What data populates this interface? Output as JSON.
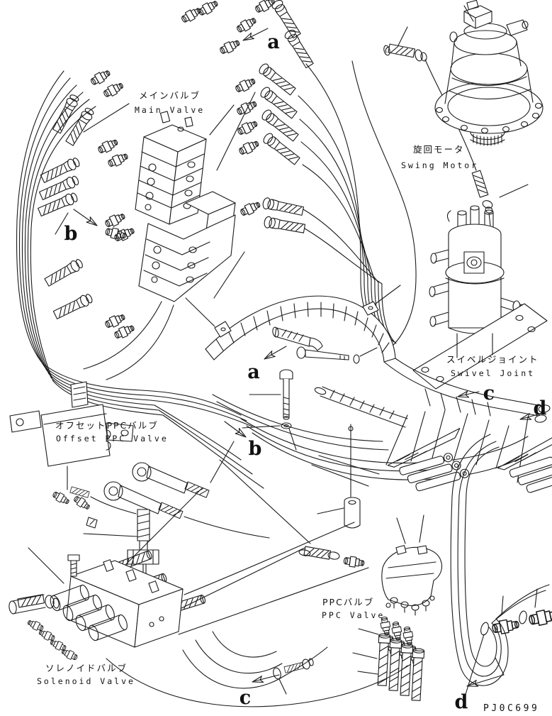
{
  "diagram": {
    "code": "PJ0C699",
    "labels": {
      "main_valve": {
        "jp": "メインバルブ",
        "en": "Main Valve"
      },
      "swing_motor": {
        "jp": "旋回モータ",
        "en": "Swing Motor"
      },
      "swivel_joint": {
        "jp": "スイベルジョイント",
        "en": "Swivel Joint"
      },
      "offset_ppc_valve": {
        "jp": "オフセットPPCバルブ",
        "en": "Offset PPC Valve"
      },
      "solenoid_valve": {
        "jp": "ソレノイドバルブ",
        "en": "Solenoid Valve"
      },
      "ppc_valve": {
        "jp": "PPCバルブ",
        "en": "PPC Valve"
      }
    },
    "view_letters": {
      "a": "a",
      "b": "b",
      "c": "c",
      "d": "d"
    }
  }
}
